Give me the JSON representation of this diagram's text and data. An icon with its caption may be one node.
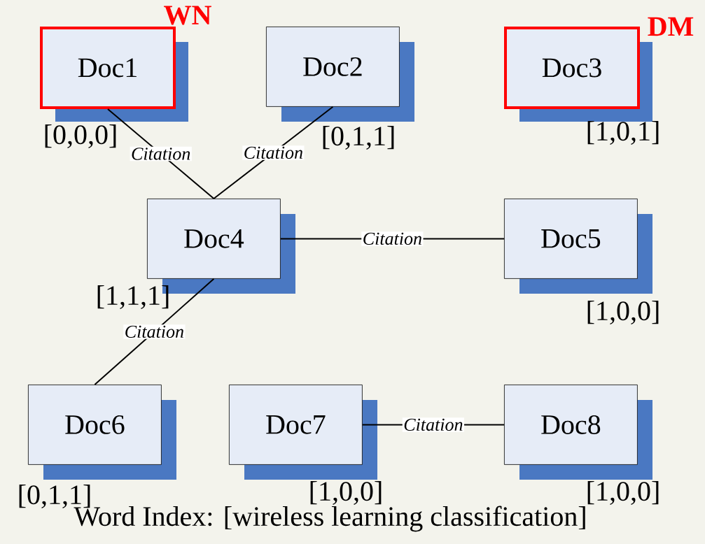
{
  "diagram": {
    "nodes": [
      {
        "text": [
          "Doc1"
        ],
        "beside": [
          "WN",
          "[0,0,0]"
        ]
      },
      {
        "text": [
          "Doc2"
        ],
        "beside": [
          "[0,1,1]"
        ]
      },
      {
        "text": [
          "Doc3"
        ],
        "beside": [
          "DM",
          "[1,0,1]"
        ]
      },
      {
        "text": [
          "Doc4"
        ],
        "beside": [
          "[1,1,1]"
        ]
      },
      {
        "text": [
          "Doc5"
        ],
        "beside": [
          "[1,0,0]"
        ]
      },
      {
        "text": [
          "Doc6"
        ],
        "beside": [
          "[0,1,1]"
        ]
      },
      {
        "text": [
          "Doc7"
        ],
        "beside": [
          "[1,0,0]"
        ]
      },
      {
        "text": [
          "Doc8"
        ],
        "beside": [
          "[1,0,0]"
        ]
      }
    ],
    "edges": [
      {
        "from": 0,
        "to": 3,
        "arrow": "none",
        "label": "Citation"
      },
      {
        "from": 1,
        "to": 3,
        "arrow": "none",
        "label": "Citation"
      },
      {
        "from": 3,
        "to": 4,
        "arrow": "none",
        "label": "Citation"
      },
      {
        "from": 3,
        "to": 5,
        "arrow": "none",
        "label": "Citation"
      },
      {
        "from": 6,
        "to": 7,
        "arrow": "none",
        "label": "Citation"
      }
    ],
    "labels": [
      "Word Index: [wireless learning classification]"
    ]
  }
}
